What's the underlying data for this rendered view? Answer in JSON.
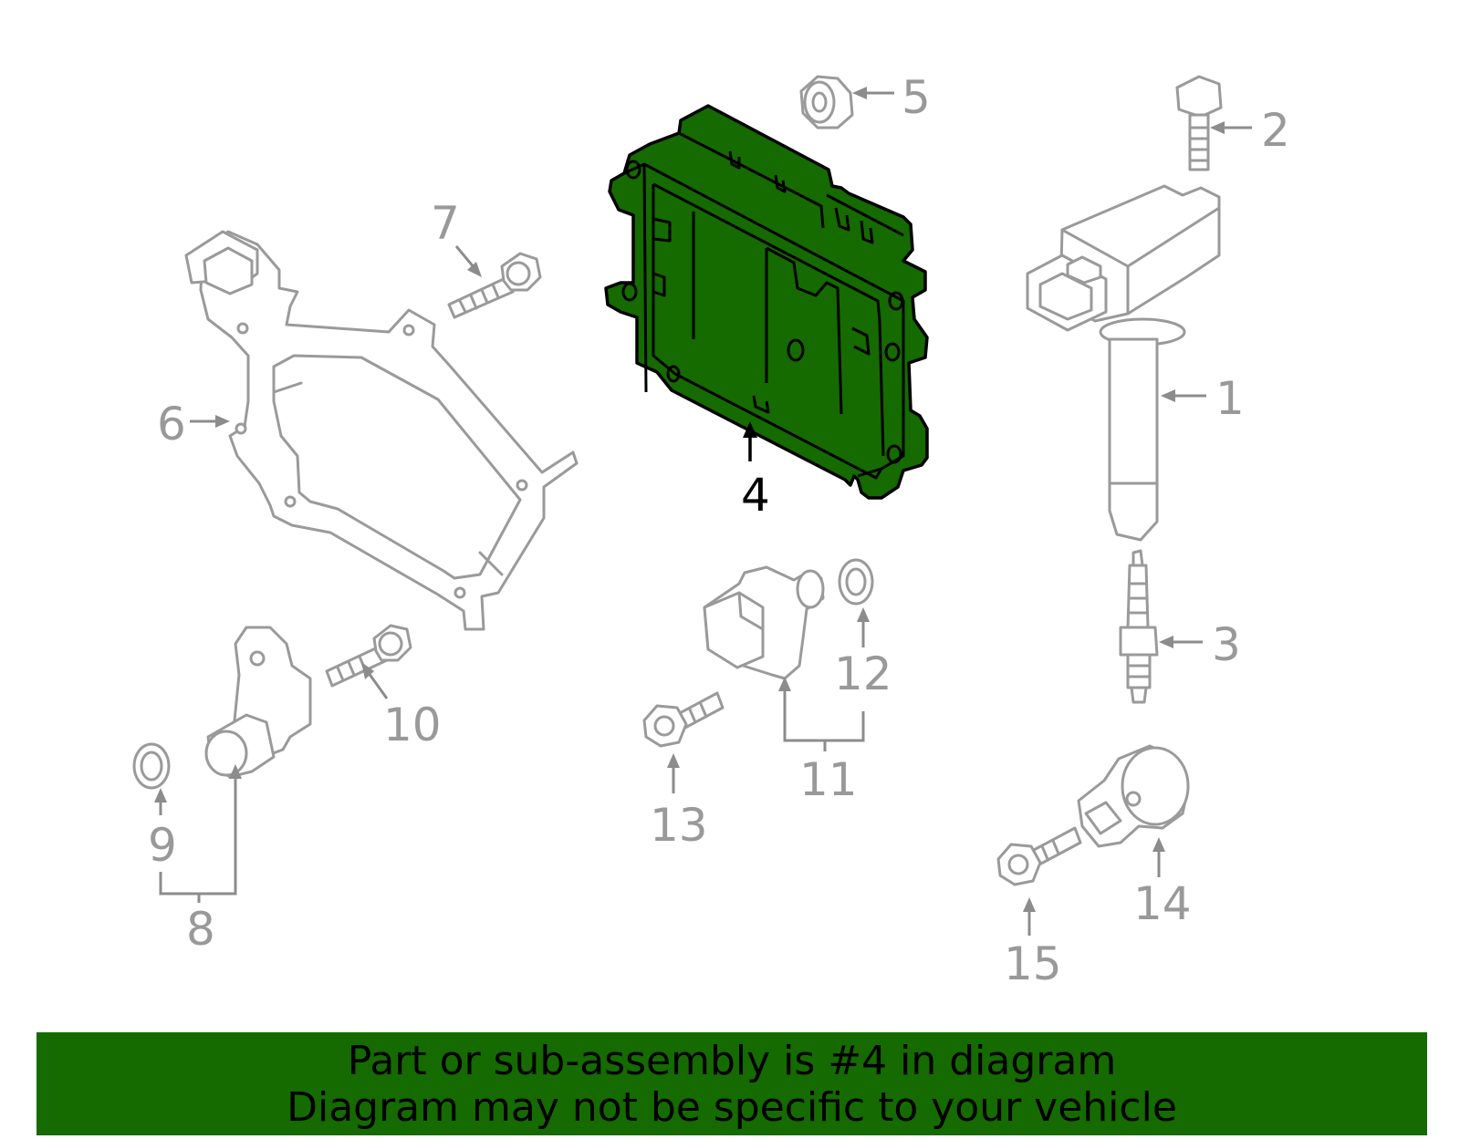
{
  "diagram": {
    "callouts": [
      {
        "id": "1",
        "label": "1"
      },
      {
        "id": "2",
        "label": "2"
      },
      {
        "id": "3",
        "label": "3"
      },
      {
        "id": "4",
        "label": "4"
      },
      {
        "id": "5",
        "label": "5"
      },
      {
        "id": "6",
        "label": "6"
      },
      {
        "id": "7",
        "label": "7"
      },
      {
        "id": "8",
        "label": "8"
      },
      {
        "id": "9",
        "label": "9"
      },
      {
        "id": "10",
        "label": "10"
      },
      {
        "id": "11",
        "label": "11"
      },
      {
        "id": "12",
        "label": "12"
      },
      {
        "id": "13",
        "label": "13"
      },
      {
        "id": "14",
        "label": "14"
      },
      {
        "id": "15",
        "label": "15"
      }
    ],
    "highlighted_part": "4",
    "colors": {
      "highlight_fill": "#156a00",
      "part_outline": "#9a9a9a",
      "banner_background": "#156a00"
    }
  },
  "banner": {
    "line1": "Part or sub-assembly is #4 in diagram",
    "line2": "Diagram may not be specific to your vehicle"
  }
}
